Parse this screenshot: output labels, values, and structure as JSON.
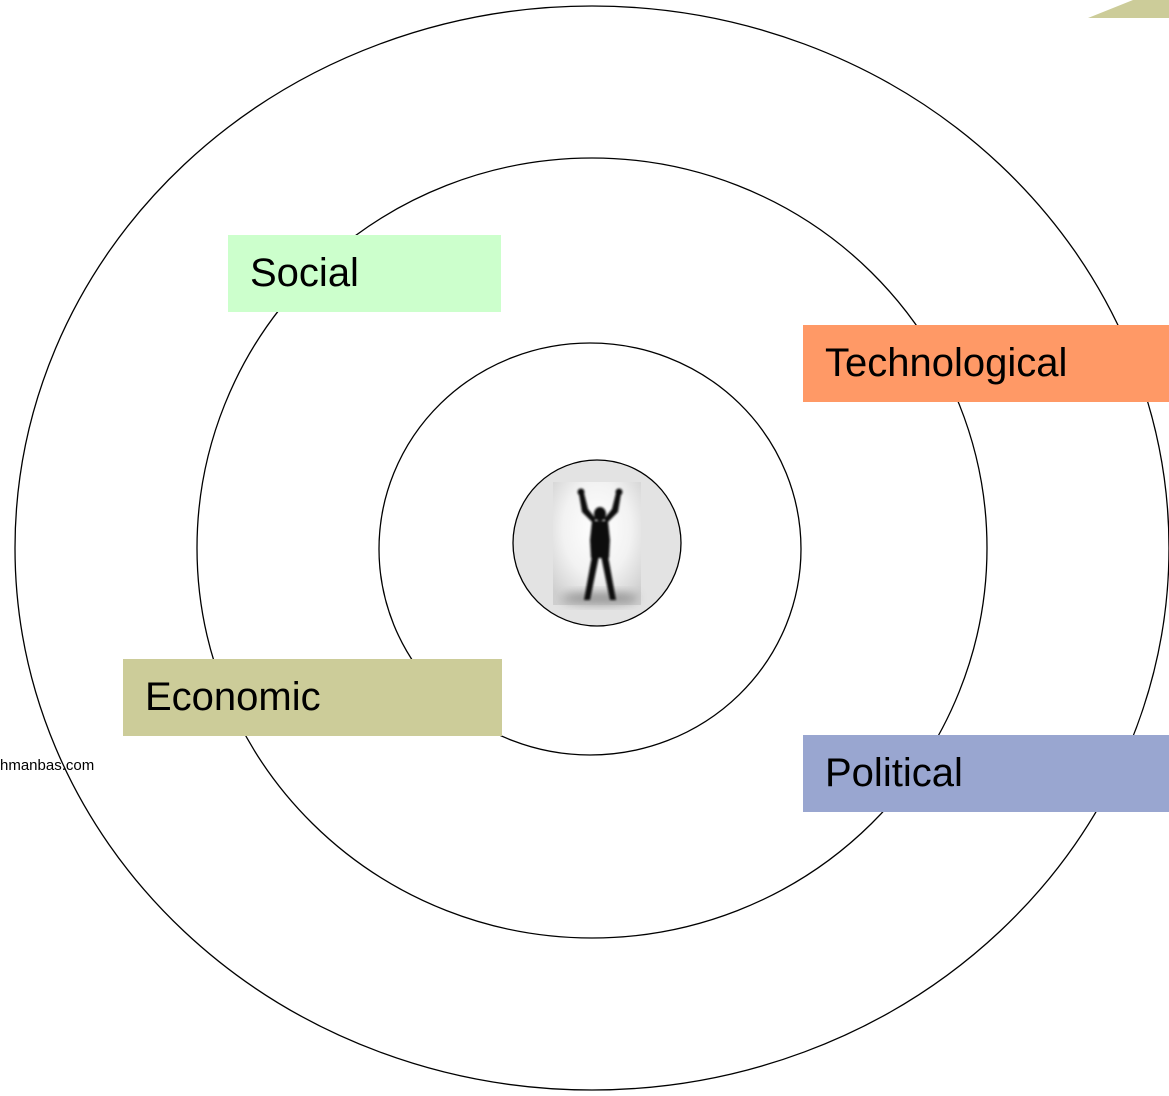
{
  "labels": {
    "social": "Social",
    "technological": "Technological",
    "economic": "Economic",
    "political": "Political"
  },
  "colors": {
    "social": "#ccffcc",
    "technological": "#ff9966",
    "economic": "#cccc99",
    "political": "#99a6d0",
    "corner_triangle": "#cccc99",
    "center_disc": "#e3e3e3"
  },
  "footer": {
    "text": "hmanbas.com"
  },
  "center": {
    "icon": "person-raising-arms-figure"
  }
}
